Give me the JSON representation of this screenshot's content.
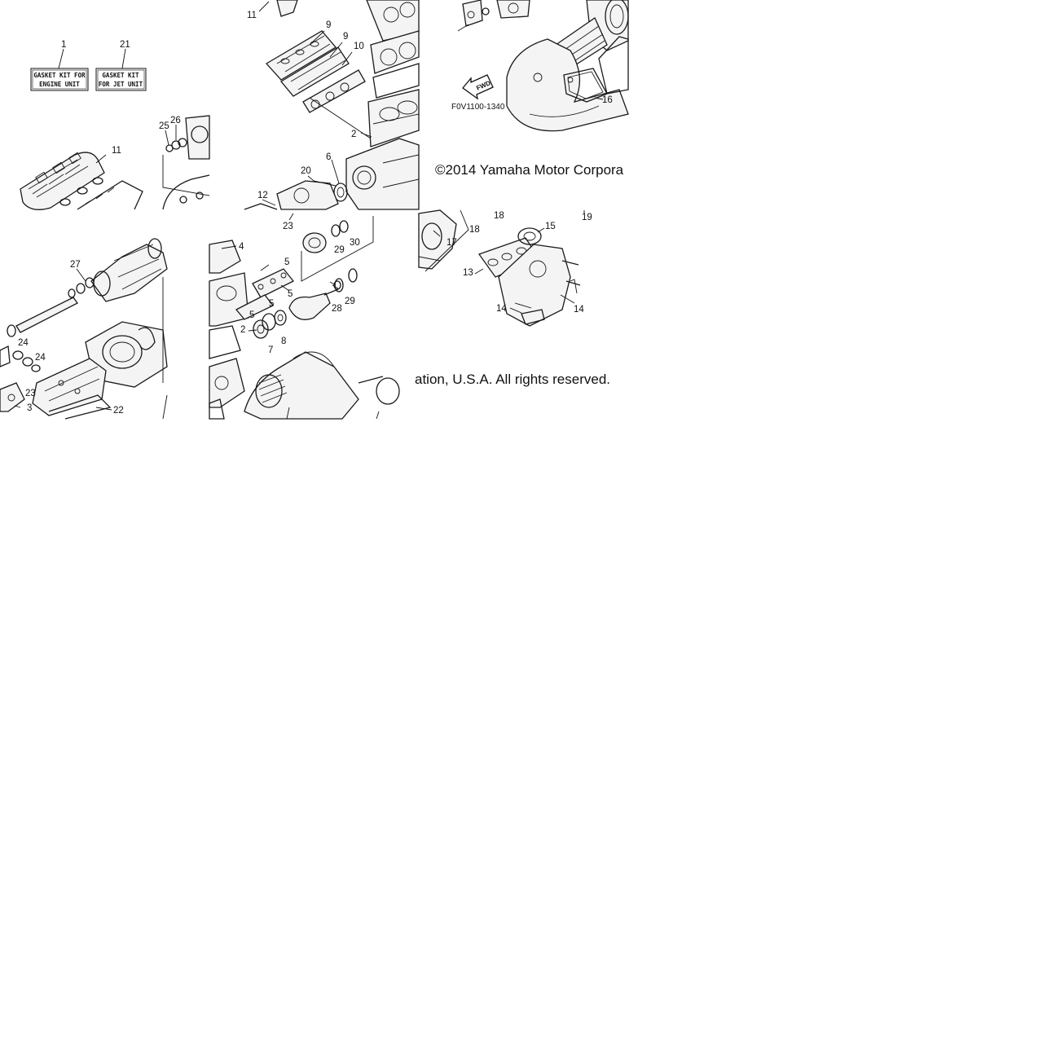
{
  "gasket_labels": {
    "engine_line1": "GASKET KIT FOR",
    "engine_line2": "ENGINE UNIT",
    "jet_line1": "GASKET KIT",
    "jet_line2": "FOR JET UNIT"
  },
  "copyright_part1": "©2014 Yamaha Motor Corpora",
  "copyright_part2": "ation, U.S.A. All rights reserved.",
  "figure_code": "F0V1100-1340",
  "fwd_label": "FWD",
  "callouts": {
    "c1": "1",
    "c21": "21",
    "c11a": "11",
    "c25": "25",
    "c26": "26",
    "c11b": "11",
    "c27": "27",
    "c24a": "24",
    "c24b": "24",
    "c23a": "23",
    "c3": "3",
    "c22": "22",
    "c9a": "9",
    "c9b": "9",
    "c10": "10",
    "c2a": "2",
    "c6": "6",
    "c20": "20",
    "c12": "12",
    "c23b": "23",
    "c4": "4",
    "c29a": "29",
    "c30": "30",
    "c5a": "5",
    "c5b": "5",
    "c5c": "5",
    "c5d": "5",
    "c28": "28",
    "c29b": "29",
    "c2b": "2",
    "c7": "7",
    "c8": "8",
    "c16": "16",
    "c18a": "18",
    "c18b": "18",
    "c19": "19",
    "c15": "15",
    "c17": "17",
    "c13": "13",
    "c14a": "14",
    "c14b": "14"
  }
}
